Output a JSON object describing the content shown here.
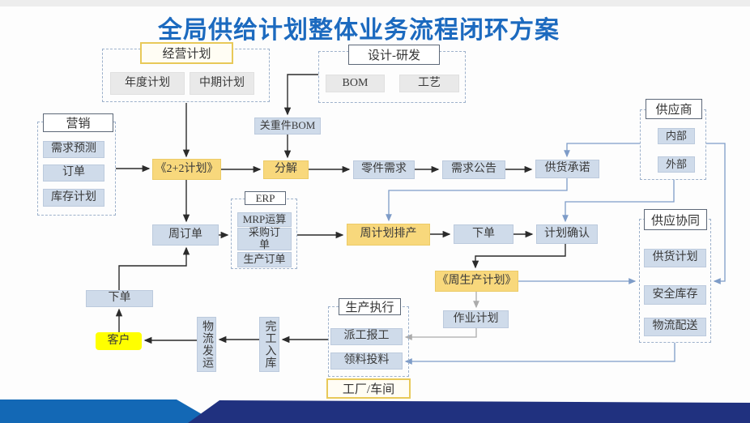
{
  "title": "全局供给计划整体业务流程闭环方案",
  "groups": {
    "business_plan": {
      "label": "经营计划",
      "items": {
        "annual": "年度计划",
        "mid_term": "中期计划"
      }
    },
    "design_rd": {
      "label": "设计-研发",
      "items": {
        "bom": "BOM",
        "craft": "工艺"
      }
    },
    "marketing": {
      "label": "营销",
      "items": {
        "demand_forecast": "需求预测",
        "order": "订单",
        "inventory_plan": "库存计划"
      }
    },
    "erp": {
      "label": "ERP",
      "items": {
        "mrp": "MRP运算",
        "purchase_order": "采购订单",
        "production_order": "生产订单"
      }
    },
    "supplier": {
      "label": "供应商",
      "items": {
        "internal": "内部",
        "external": "外部"
      }
    },
    "supply_collab": {
      "label": "供应协同",
      "items": {
        "supply_plan": "供货计划",
        "safety_stock": "安全库存",
        "logistics_delivery": "物流配送"
      }
    },
    "production_exec": {
      "label": "生产执行",
      "items": {
        "dispatch_report": "派工报工",
        "material_issue": "领料投料"
      }
    },
    "factory": {
      "label": "工厂/车间"
    }
  },
  "nodes": {
    "plan_2_2": "《2+2计划》",
    "key_bom": "关重件BOM",
    "decompose": "分解",
    "parts_demand": "零件需求",
    "demand_notice": "需求公告",
    "supply_commitment": "供货承诺",
    "weekly_order": "周订单",
    "weekly_plan_scheduling": "周计划排产",
    "place_order_right": "下单",
    "plan_confirm": "计划确认",
    "weekly_production_plan": "《周生产计划》",
    "job_plan": "作业计划",
    "place_order_left": "下单",
    "customer": "客户",
    "logistics_shipping": "物流发运",
    "finished_goods_inbound": "完工入库"
  },
  "colors": {
    "title_blue": "#1c6abf",
    "node_blue_fill": "#cfdbea",
    "node_gray_fill": "#e9e9e9",
    "node_yellow_fill": "#f8d87c",
    "customer_yellow": "#ffff00",
    "gold_label_border": "#e8c959",
    "arrow_black": "#2b2b2b",
    "arrow_blue": "#7e9cc8",
    "arrow_gray": "#ababab",
    "footer_bright_blue": "#1368b5",
    "footer_navy": "#20317f"
  }
}
